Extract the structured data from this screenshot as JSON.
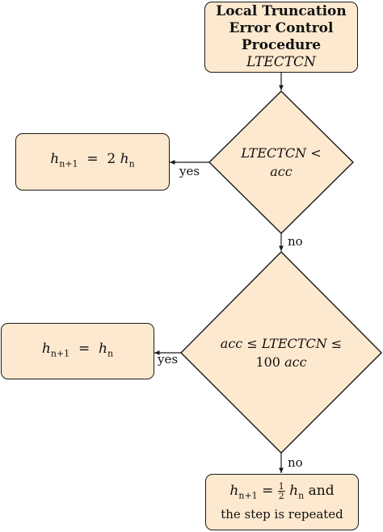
{
  "nodes": {
    "start": {
      "title_lines": [
        "Local Truncation",
        "Error Control",
        "Procedure"
      ],
      "symbol": "LTECTCN"
    },
    "decision1": {
      "line1": "LTECTCN",
      "op": "<",
      "line2": "acc"
    },
    "result_double": {
      "lhs": "h",
      "lhs_sub": "n+1",
      "eq": "=",
      "factor": "2",
      "rhs": "h",
      "rhs_sub": "n"
    },
    "decision2": {
      "left": "acc",
      "op1": "≤",
      "mid": "LTECTCN",
      "op2": "≤",
      "coef": "100",
      "right": "acc"
    },
    "result_same": {
      "lhs": "h",
      "lhs_sub": "n+1",
      "eq": "=",
      "rhs": "h",
      "rhs_sub": "n"
    },
    "result_half": {
      "lhs": "h",
      "lhs_sub": "n+1",
      "eq": "=",
      "frac_num": "1",
      "frac_den": "2",
      "rhs": "h",
      "rhs_sub": "n",
      "tail": "and",
      "line2": "the step is repeated"
    }
  },
  "edges": {
    "yes1": "yes",
    "no1": "no",
    "yes2": "yes",
    "no2": "no"
  },
  "colors": {
    "fill": "#fde9cf",
    "stroke": "#1a1a1a"
  }
}
